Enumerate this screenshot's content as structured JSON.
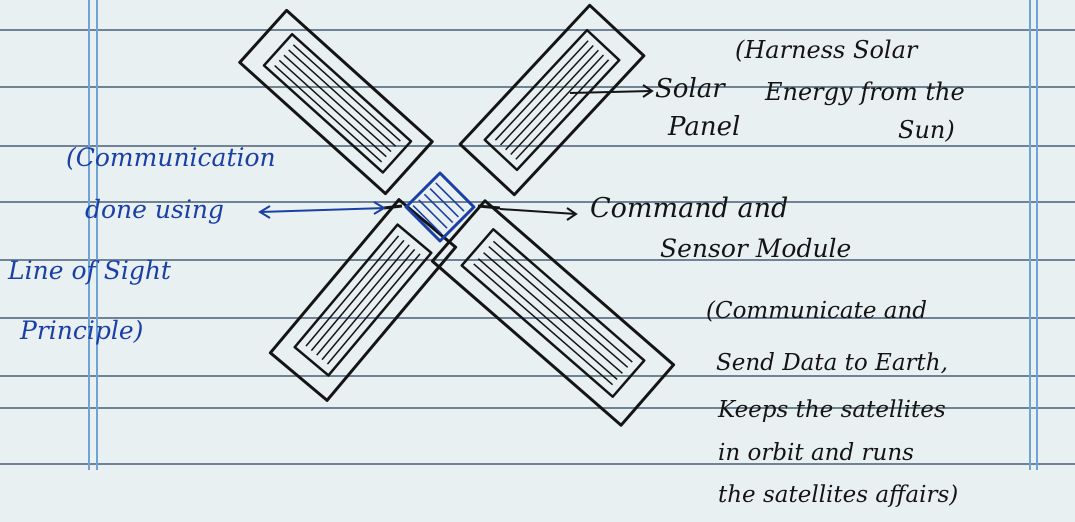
{
  "colors": {
    "paper": "#e9f0f2",
    "rule_line": "#5c6f86",
    "margin_line": "#6fa3d6",
    "ink_black": "#141414",
    "ink_blue": "#1a3fa6"
  },
  "labels": {
    "solar_panel": [
      "Solar",
      "Panel"
    ],
    "solar_note": [
      "(Harness Solar",
      "Energy from the",
      "Sun)"
    ],
    "communication_note": [
      "(Communication",
      "done using",
      "Line of Sight",
      "Principle)"
    ],
    "module": [
      "Command and",
      "Sensor Module"
    ],
    "module_note": [
      "(Communicate and",
      "Send Data to Earth,",
      "Keeps the satellites",
      "in orbit and runs",
      "the satellites affairs)"
    ]
  }
}
